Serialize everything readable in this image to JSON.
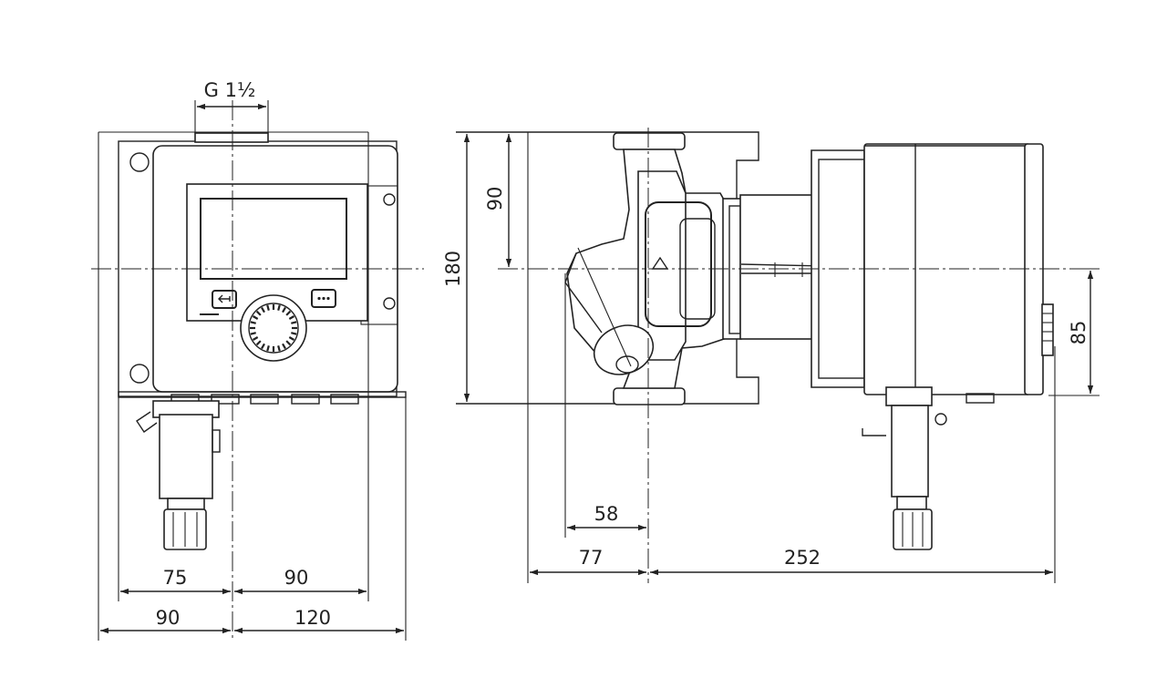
{
  "dimensions": {
    "thread": "G 1½",
    "front_inner_left": "75",
    "front_inner_right": "90",
    "front_outer_left": "90",
    "front_outer_right": "120",
    "side_height": "180",
    "side_upper": "90",
    "side_lower_right": "85",
    "side_inner_left": "58",
    "side_outer_left": "77",
    "side_length": "252"
  },
  "icons": {
    "back_button": "back-arrow-icon",
    "menu_button": "more-dots-icon",
    "dial": "control-knob-icon"
  }
}
